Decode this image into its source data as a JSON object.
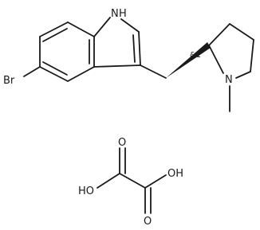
{
  "molecule": {
    "atoms": {
      "nh": "H",
      "n1": "N",
      "br": "Br",
      "n2": "N",
      "stereo": "&1"
    }
  },
  "oxalic_acid": {
    "o_top": "O",
    "o_bottom": "O",
    "oh_left": "HO",
    "oh_right": "OH"
  },
  "colors": {
    "ink": "#1a1a1a",
    "background": "#ffffff"
  }
}
